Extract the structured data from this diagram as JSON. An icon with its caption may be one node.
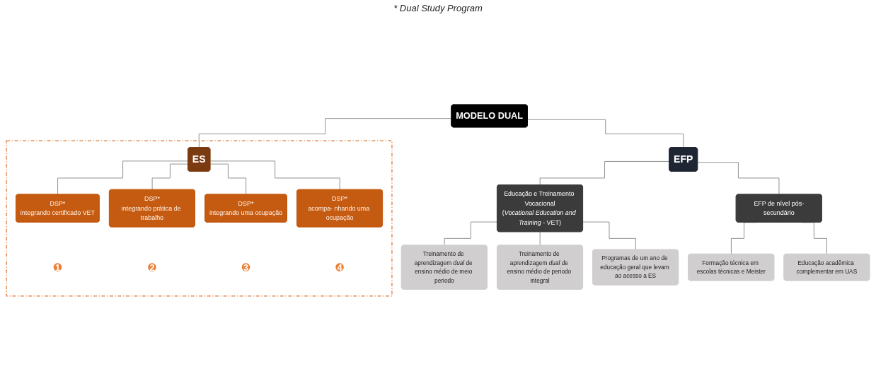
{
  "diagram": {
    "nodes": [
      {
        "text": [
          "MODELO DUAL"
        ]
      },
      {
        "text": [
          "EFP"
        ]
      },
      {
        "text": [],
        "shape": "box"
      },
      {
        "text": [
          "ES"
        ],
        "in": 2
      },
      {
        "text": [
          "Educação e Treinamento Vocacional",
          "(*Vocational Education and Training* - VET)"
        ]
      },
      {
        "text": [
          "EFP de nível pós-secundário"
        ]
      },
      {
        "text": [
          "DSP*",
          "integrando certificado VET"
        ],
        "in": 2
      },
      {
        "text": [
          "DSP*",
          "integrando prática de trabalho"
        ],
        "in": 2
      },
      {
        "text": [
          "DSP*",
          "integrando uma ocupação"
        ],
        "in": 2
      },
      {
        "text": [
          "DSP*",
          "acompa- nhando uma ocupação"
        ],
        "in": 2
      },
      {
        "text": [
          "1"
        ],
        "in": 2
      },
      {
        "text": [
          "2"
        ],
        "in": 2
      },
      {
        "text": [
          "3"
        ],
        "in": 2
      },
      {
        "text": [
          "4"
        ],
        "in": 2
      },
      {
        "text": [
          "Treinamento de aprendizagem *dual* de ensino médio de meio periodo"
        ]
      },
      {
        "text": [
          "Treinamento de aprendizagem *dual* de ensino médio de periodo integral"
        ]
      },
      {
        "text": [
          "Programas de um ano de educação geral que levam ao acesso a ES"
        ]
      },
      {
        "text": [
          "Formação técnica em escolas técnicas e Meister"
        ]
      },
      {
        "text": [
          "Educação acadêmica complementar em UAS"
        ]
      }
    ],
    "edges": [
      {
        "from": 0,
        "to": 1,
        "arrow": "none"
      },
      {
        "from": 0,
        "to": 3,
        "arrow": "none"
      },
      {
        "from": 1,
        "to": 4,
        "arrow": "none"
      },
      {
        "from": 1,
        "to": 5,
        "arrow": "none"
      },
      {
        "from": 3,
        "to": 6,
        "arrow": "none"
      },
      {
        "from": 3,
        "to": 7,
        "arrow": "none"
      },
      {
        "from": 3,
        "to": 8,
        "arrow": "none"
      },
      {
        "from": 3,
        "to": 9,
        "arrow": "none"
      },
      {
        "from": 4,
        "to": 14,
        "arrow": "none"
      },
      {
        "from": 4,
        "to": 15,
        "arrow": "none"
      },
      {
        "from": 4,
        "to": 16,
        "arrow": "none"
      },
      {
        "from": 5,
        "to": 17,
        "arrow": "none"
      },
      {
        "from": 5,
        "to": 18,
        "arrow": "none"
      }
    ],
    "labels": [
      "* Dual Study Program"
    ]
  }
}
